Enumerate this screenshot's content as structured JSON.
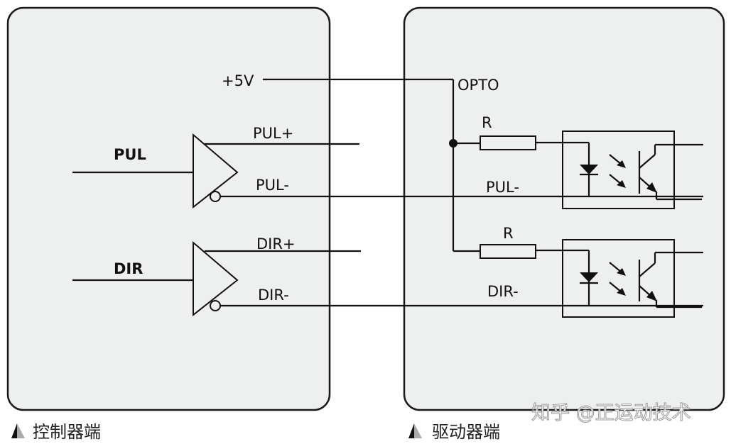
{
  "controller": {
    "caption": "控制器端",
    "supply_label": "+5V",
    "channels": [
      {
        "input_label": "PUL",
        "pos_label": "PUL+",
        "neg_label": "PUL-"
      },
      {
        "input_label": "DIR",
        "pos_label": "DIR+",
        "neg_label": "DIR-"
      }
    ]
  },
  "driver": {
    "caption": "驱动器端",
    "common_label": "OPTO",
    "channels": [
      {
        "resistor_label": "R",
        "neg_label": "PUL-"
      },
      {
        "resistor_label": "R",
        "neg_label": "DIR-"
      }
    ]
  },
  "watermark": "知乎 @正运动技术",
  "icons": {
    "caption_marker": "triangle-marker-icon"
  }
}
